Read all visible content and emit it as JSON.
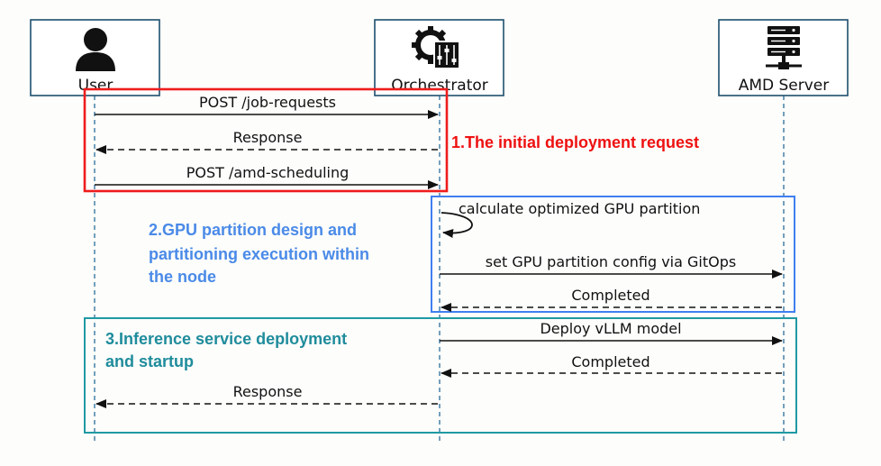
{
  "colors": {
    "actor_border": "#1d4f6e",
    "lifeline": "#2a6d9a",
    "request_box": "#ee1c1c",
    "request_text": "#ee1111",
    "gpu_box": "#3f7ff0",
    "gpu_text": "#4a8ae8",
    "inference_box": "#1f9aa3",
    "inference_text": "#1f8c9c",
    "arrow": "#111111"
  },
  "actors": {
    "user": {
      "label": "User",
      "icon": "user-icon"
    },
    "orchestrator": {
      "label": "Orchestrator",
      "icon": "gear-sliders-icon"
    },
    "amd_server": {
      "label": "AMD Server",
      "icon": "server-rack-icon"
    }
  },
  "messages": [
    {
      "label": "POST /job-requests",
      "from": "user",
      "to": "orchestrator",
      "style": "solid"
    },
    {
      "label": "Response",
      "from": "orchestrator",
      "to": "user",
      "style": "dashed"
    },
    {
      "label": "POST /amd-scheduling",
      "from": "user",
      "to": "orchestrator",
      "style": "solid"
    },
    {
      "label": "calculate optimized GPU partition",
      "from": "orchestrator",
      "to": "orchestrator",
      "style": "self"
    },
    {
      "label": "set GPU partition config via GitOps",
      "from": "orchestrator",
      "to": "amd_server",
      "style": "solid"
    },
    {
      "label": "Completed",
      "from": "amd_server",
      "to": "orchestrator",
      "style": "dashed"
    },
    {
      "label": "Deploy vLLM model",
      "from": "orchestrator",
      "to": "amd_server",
      "style": "solid"
    },
    {
      "label": "Completed",
      "from": "amd_server",
      "to": "orchestrator",
      "style": "dashed"
    },
    {
      "label": "Response",
      "from": "orchestrator",
      "to": "user",
      "style": "dashed"
    }
  ],
  "phases": {
    "request": {
      "title": "1.The initial deployment request"
    },
    "gpu": {
      "line1": "2.GPU partition design and",
      "line2": "partitioning execution within",
      "line3": "the node"
    },
    "inference": {
      "line1": "3.Inference service deployment",
      "line2": "and startup"
    }
  }
}
